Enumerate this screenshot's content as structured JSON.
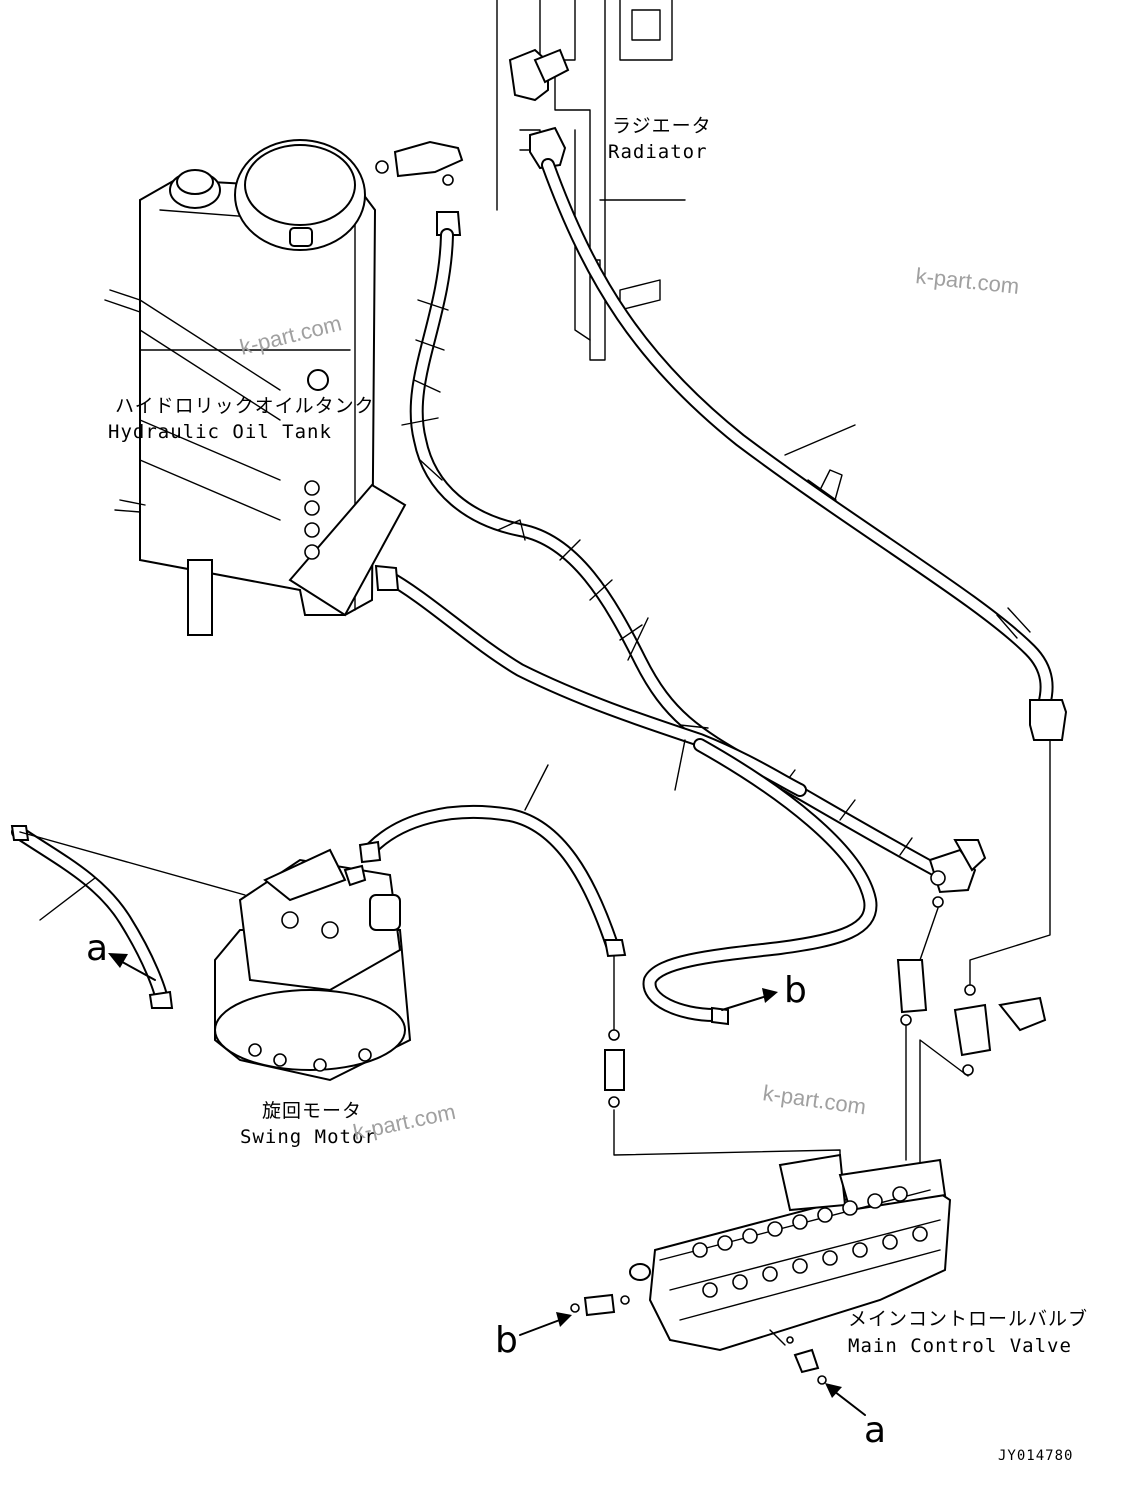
{
  "labels": {
    "radiator_jp": "ラジエータ",
    "radiator_en": "Radiator",
    "tank_jp": "ハイドロリックオイルタンク",
    "tank_en": "Hydraulic Oil Tank",
    "swing_jp": "旋回モータ",
    "swing_en": "Swing Motor",
    "valve_jp": "メインコントロールバルブ",
    "valve_en": "Main Control Valve"
  },
  "refs": {
    "a": "a",
    "b": "b"
  },
  "watermark": "k-part.com",
  "drawing_code": "JY014780"
}
